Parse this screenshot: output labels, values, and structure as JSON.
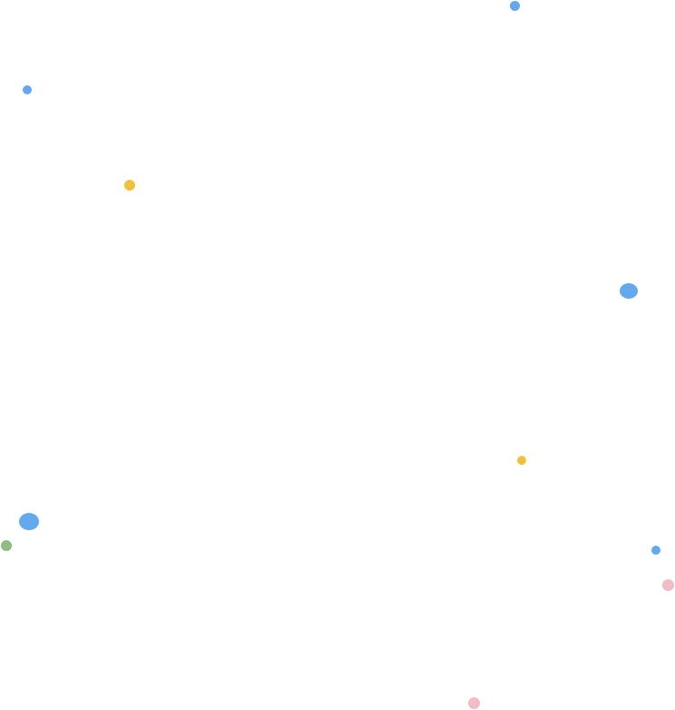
{
  "palette": {
    "background": "#ffffff",
    "blue": "#63a9ee",
    "yellow": "#f0c23c",
    "green": "#8fbf7f",
    "pink": "#f2bcc4"
  },
  "dots": [
    {
      "color": "blue"
    },
    {
      "color": "blue"
    },
    {
      "color": "yellow"
    },
    {
      "color": "blue"
    },
    {
      "color": "yellow"
    },
    {
      "color": "blue"
    },
    {
      "color": "green"
    },
    {
      "color": "blue"
    },
    {
      "color": "pink"
    },
    {
      "color": "pink"
    }
  ]
}
